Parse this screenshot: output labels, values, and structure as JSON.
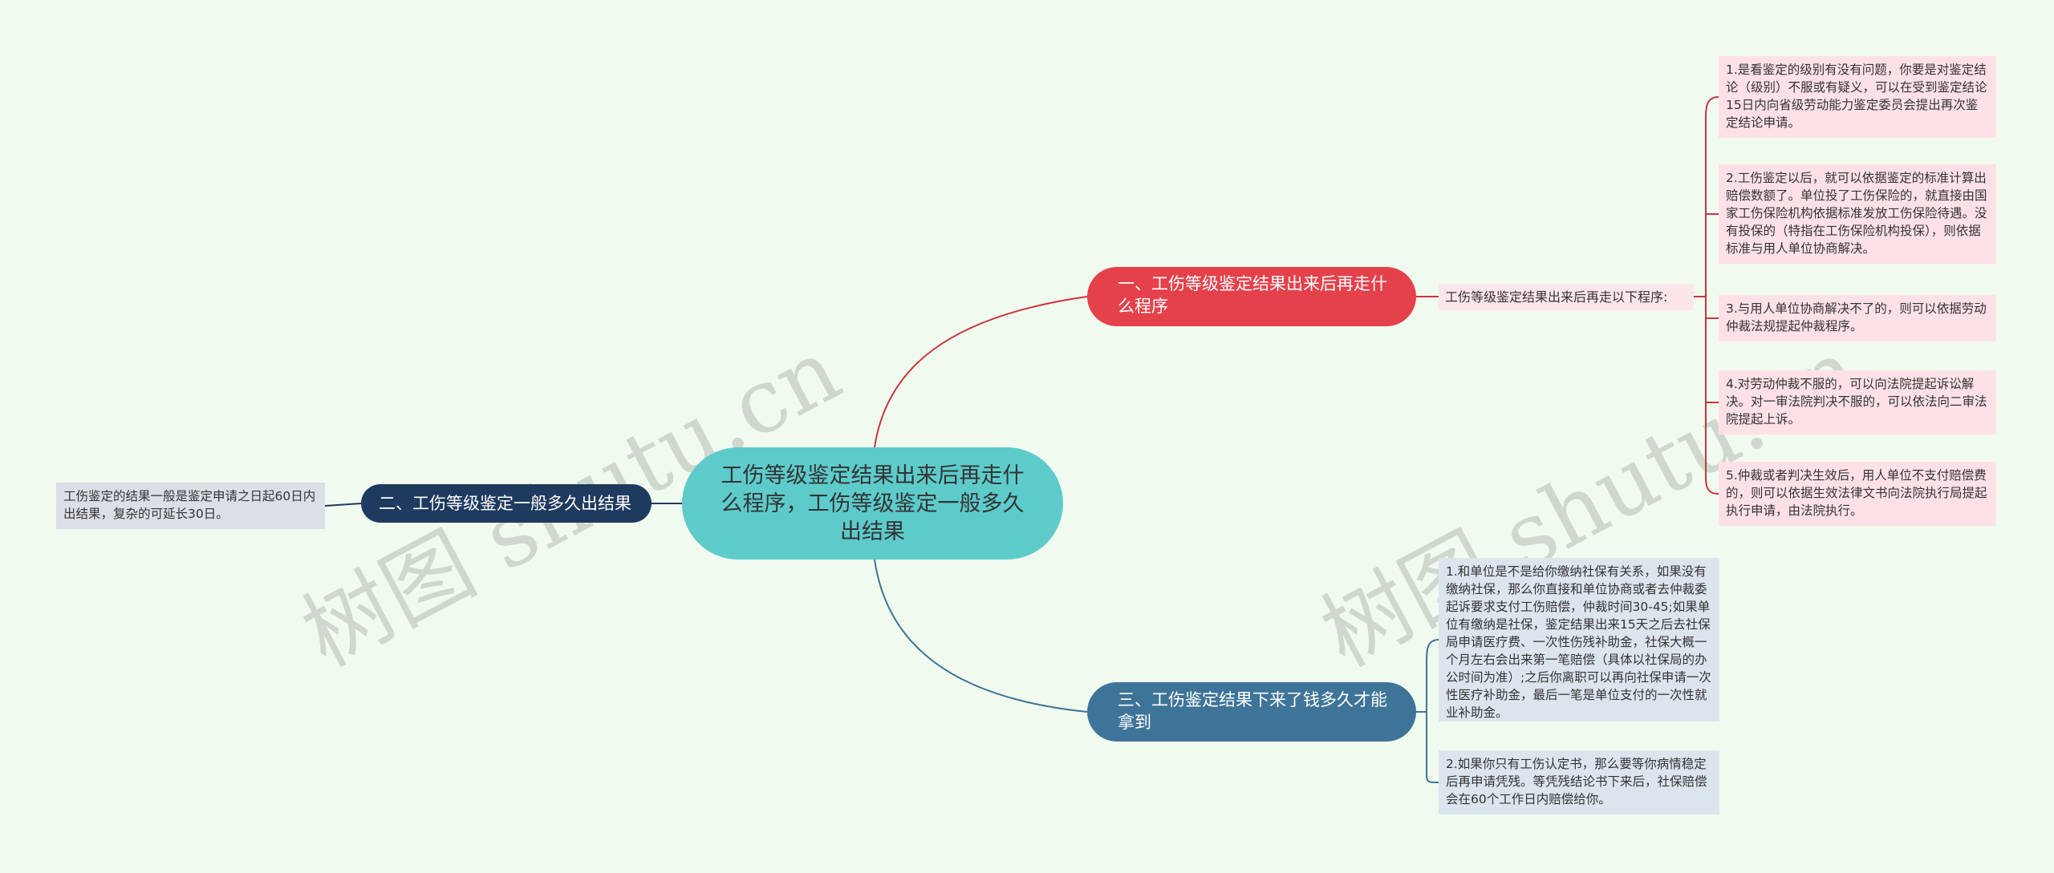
{
  "watermark": "树图 shutu.cn",
  "root": {
    "label": "工伤等级鉴定结果出来后再走什么程序，工伤等级鉴定一般多久出结果"
  },
  "branch1": {
    "label": "一、工伤等级鉴定结果出来后再走什么程序",
    "intro": "工伤等级鉴定结果出来后再走以下程序:",
    "items": [
      "1.是看鉴定的级别有没有问题，你要是对鉴定结论（级别）不服或有疑义，可以在受到鉴定结论15日内向省级劳动能力鉴定委员会提出再次鉴定结论申请。",
      "2.工伤鉴定以后，就可以依据鉴定的标准计算出赔偿数额了。单位投了工伤保险的，就直接由国家工伤保险机构依据标准发放工伤保险待遇。没有投保的（特指在工伤保险机构投保），则依据标准与用人单位协商解决。",
      "3.与用人单位协商解决不了的，则可以依据劳动仲裁法规提起仲裁程序。",
      "4.对劳动仲裁不服的，可以向法院提起诉讼解决。对一审法院判决不服的，可以依法向二审法院提起上诉。",
      "5.仲裁或者判决生效后，用人单位不支付赔偿费的，则可以依据生效法律文书向法院执行局提起执行申请，由法院执行。"
    ]
  },
  "branch2": {
    "label": "二、工伤等级鉴定一般多久出结果",
    "items": [
      "工伤鉴定的结果一般是鉴定申请之日起60日内出结果，复杂的可延长30日。"
    ]
  },
  "branch3": {
    "label": "三、工伤鉴定结果下来了钱多久才能拿到",
    "items": [
      "1.和单位是不是给你缴纳社保有关系，如果没有缴纳社保，那么你直接和单位协商或者去仲裁委起诉要求支付工伤赔偿，仲裁时间30-45;如果单位有缴纳是社保，鉴定结果出来15天之后去社保局申请医疗费、一次性伤残补助金，社保大概一个月左右会出来第一笔赔偿（具体以社保局的办公时间为准）;之后你离职可以再向社保申请一次性医疗补助金，最后一笔是单位支付的一次性就业补助金。",
      "2.如果你只有工伤认定书，那么要等你病情稳定后再申请凭残。等凭残结论书下来后，社保赔偿会在60个工作日内赔偿给你。"
    ]
  },
  "colors": {
    "branch1": "#e5414b",
    "branch2": "#1f3a5f",
    "branch3": "#3e7498",
    "root": "#5ecbcb"
  }
}
